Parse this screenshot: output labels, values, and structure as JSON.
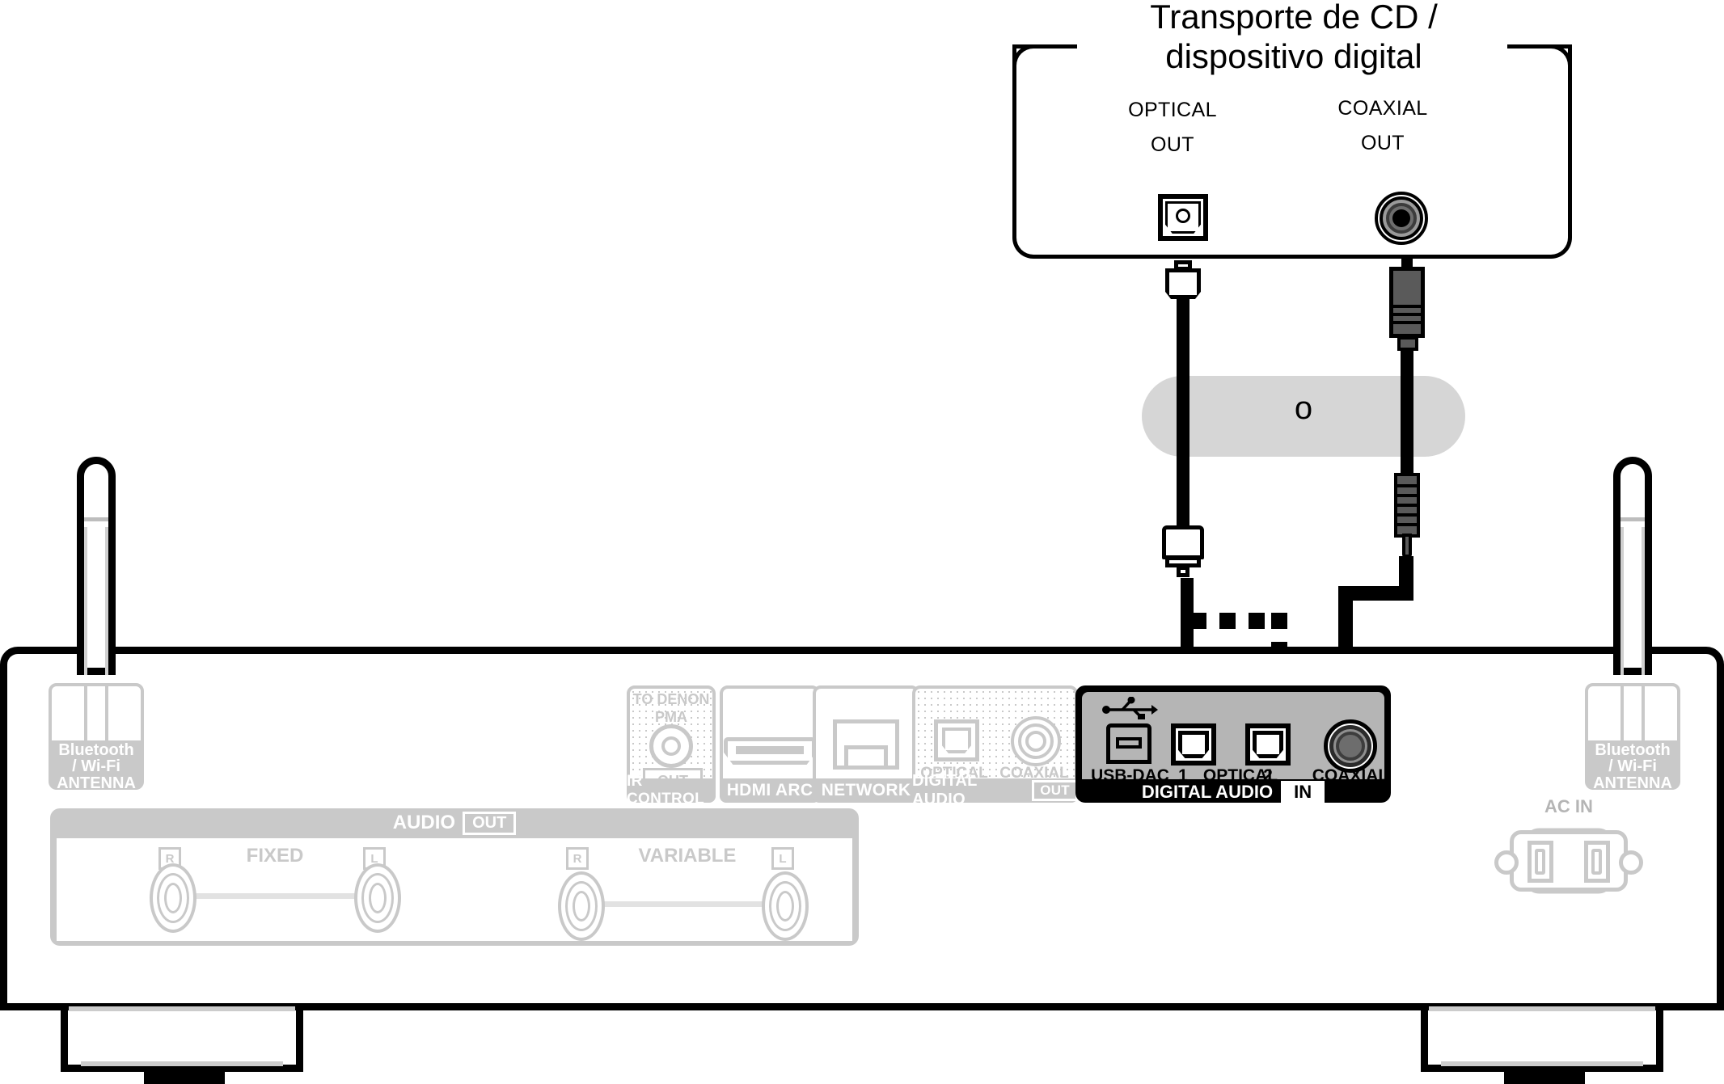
{
  "source_device": {
    "title_line1": "Transporte de CD /",
    "title_line2": "dispositivo digital",
    "optical_label": "OPTICAL",
    "optical_out": "OUT",
    "coaxial_label": "COAXIAL",
    "coaxial_out": "OUT"
  },
  "cable_note": {
    "symbol": "o"
  },
  "unit": {
    "antenna_left": {
      "line1": "Bluetooth",
      "line2": "/ Wi-Fi",
      "line3": "ANTENNA"
    },
    "antenna_right": {
      "line1": "Bluetooth",
      "line2": "/ Wi-Fi",
      "line3": "ANTENNA"
    },
    "ir_control": {
      "to_denon": "TO DENON",
      "pma": "PMA",
      "out": "OUT",
      "caption": "IR CONTROL"
    },
    "hdmi": {
      "caption": "HDMI ARC"
    },
    "network": {
      "caption": "NETWORK"
    },
    "digital_audio_out": {
      "optical": "OPTICAL",
      "coaxial": "COAXIAL",
      "caption": "DIGITAL AUDIO",
      "caption_badge": "OUT"
    },
    "digital_audio_in": {
      "usb_dac": "USB-DAC",
      "optical_1": "1",
      "optical_label": "OPTICAL",
      "optical_2": "2",
      "coaxial": "COAXIAL",
      "caption": "DIGITAL AUDIO",
      "caption_badge": "IN"
    },
    "audio_out": {
      "caption": "AUDIO",
      "caption_badge": "OUT",
      "fixed_label": "FIXED",
      "fixed_r": "R",
      "fixed_l": "L",
      "variable_label": "VARIABLE",
      "variable_r": "R",
      "variable_l": "L"
    },
    "ac_in": {
      "label": "AC IN"
    }
  },
  "colors": {
    "black": "#000000",
    "gray_disabled": "#c9c9c9",
    "panel_gray": "#b5b5b5",
    "pill_gray": "#d6d6d6"
  }
}
